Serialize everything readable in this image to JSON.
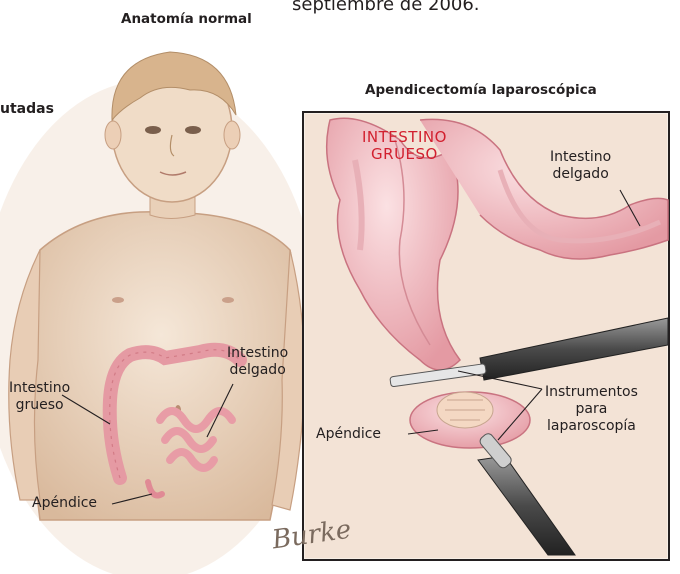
{
  "fragments": {
    "top_caption": "septiembre de 2006.",
    "left_heading": "utadas"
  },
  "normal_view": {
    "title": "Anatomía normal",
    "labels": {
      "small_intestine": [
        "Intestino",
        "delgado"
      ],
      "large_intestine": [
        "Intestino",
        "grueso"
      ],
      "appendix": "Apéndice"
    }
  },
  "laparoscopic_view": {
    "title": "Apendicectomía laparoscópica",
    "labels": {
      "large_intestine": [
        "INTESTINO",
        "GRUESO"
      ],
      "small_intestine": [
        "Intestino",
        "delgado"
      ],
      "instruments": [
        "Instrumentos",
        "para",
        "laparoscopía"
      ],
      "appendix": "Apéndice"
    }
  },
  "signature": "Burke",
  "colors": {
    "skin": "#efdcc8",
    "skin_shadow": "#d9b99c",
    "intestine": "#f0b7bd",
    "intestine_dark": "#d98a93",
    "highlight_red": "#d2202f"
  }
}
